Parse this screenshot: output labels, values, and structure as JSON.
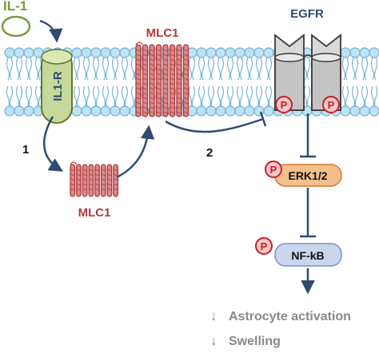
{
  "labels": {
    "il1": "IL-1",
    "il1_receptor": "IL1-R",
    "mlc1_membrane": "MLC1",
    "mlc1_internal": "MLC1",
    "egfr": "EGFR",
    "erk": "ERK1/2",
    "nfkb": "NF-kB",
    "step_1": "1",
    "step_2": "2",
    "phospho": "P",
    "outcome_arrow": "↓",
    "outcome_1": "Astrocyte activation",
    "outcome_2": "Swelling"
  },
  "colors": {
    "il1_green": "#7a9a3a",
    "receptor_fill": "#c6d89a",
    "mlc1_red": "#b03a3a",
    "mlc1_fill": "#d98a8a",
    "egfr_navy": "#2f4a73",
    "egfr_fill": "#d8d8d8",
    "erk_fill": "#f5c08c",
    "nfkb_fill": "#c9d6ee",
    "phospho_red": "#c81e2a",
    "phospho_fill": "#f7c8c8",
    "membrane_blue": "#6fb0d6",
    "membrane_head": "#bfe3f3",
    "arrow_blue": "#2f4a73",
    "outcome_gray": "#8a8a8a"
  }
}
